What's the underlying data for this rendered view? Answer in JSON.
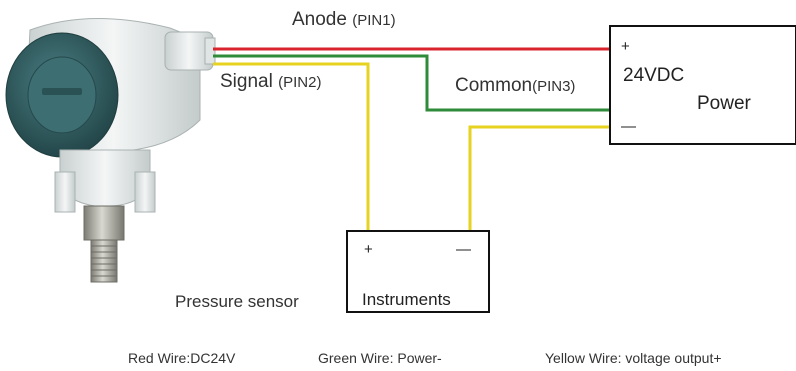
{
  "labels": {
    "anode": "Anode",
    "anode_pin": "(PIN1)",
    "signal": "Signal",
    "signal_pin": "(PIN2)",
    "common": "Common",
    "common_pin": "(PIN3)"
  },
  "power": {
    "plus": "+",
    "voltage": "24VDC",
    "name": "Power",
    "minus": "—"
  },
  "instruments": {
    "plus": "+",
    "minus": "—",
    "name": "Instruments"
  },
  "sensor_label": "Pressure sensor",
  "legend": {
    "red": "Red Wire:DC24V",
    "green": "Green Wire: Power-",
    "yellow": "Yellow Wire: voltage output+"
  },
  "colors": {
    "red_wire": "#d9232d",
    "green_wire": "#2e8b3a",
    "yellow_wire": "#e6d21f",
    "sensor_body": "#e8ecec",
    "sensor_cap": "#2f5f62",
    "metal": "#9a9a92"
  }
}
